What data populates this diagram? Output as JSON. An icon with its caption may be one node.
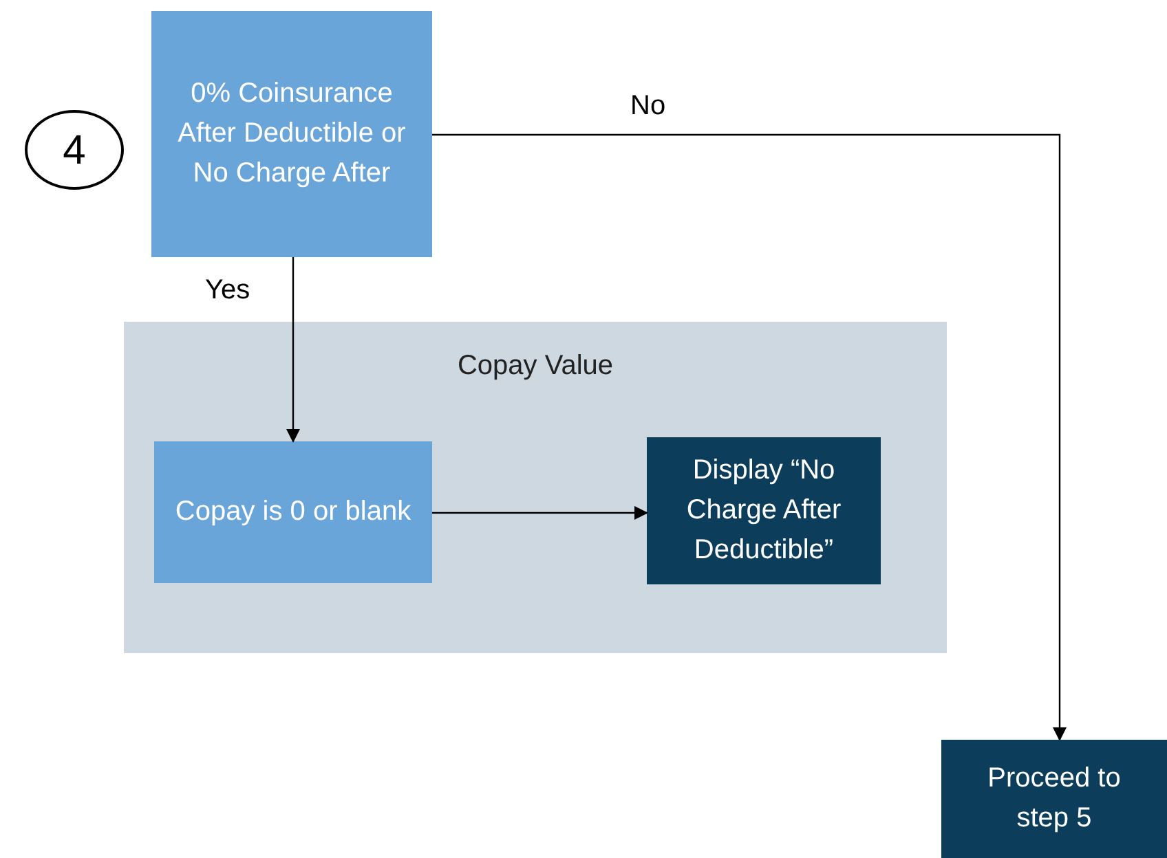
{
  "diagram": {
    "nodes": [
      {
        "text": [
          "4"
        ]
      },
      {
        "text": [
          "0% Coinsurance After Deductible or No Charge After"
        ]
      },
      {
        "text": [
          "Copay Value"
        ]
      },
      {
        "text": [
          "Copay is 0 or blank"
        ],
        "in": 2
      },
      {
        "text": [
          "Display “No Charge After Deductible”"
        ],
        "in": 2
      },
      {
        "text": [
          "Proceed to step 5"
        ]
      }
    ],
    "edges": [
      {
        "from": 1,
        "to": 3,
        "arrow": "to",
        "label": "Yes"
      },
      {
        "from": 3,
        "to": 4,
        "arrow": "to"
      },
      {
        "from": 1,
        "to": 5,
        "arrow": "to",
        "label": "No"
      }
    ]
  }
}
